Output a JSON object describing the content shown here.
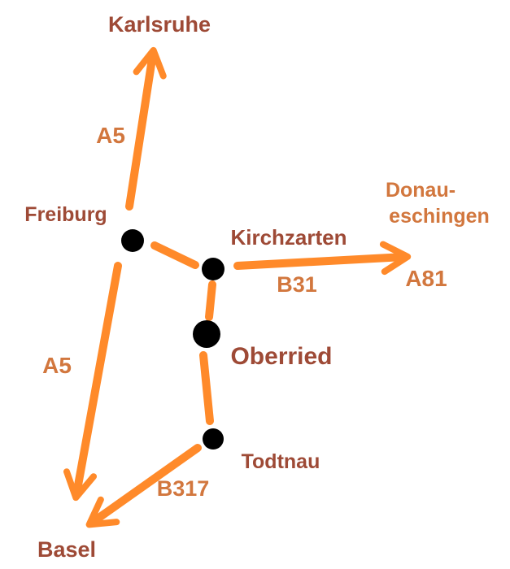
{
  "colors": {
    "road": "#ff8a2a",
    "city_label": "#9e4a36",
    "road_label": "#d2773e",
    "town_dot": "#000000"
  },
  "cities": {
    "karlsruhe": "Karlsruhe",
    "freiburg": "Freiburg",
    "kirchzarten": "Kirchzarten",
    "oberried": "Oberried",
    "todtnau": "Todtnau",
    "basel": "Basel",
    "donaueschingen_line1": "Donau-",
    "donaueschingen_line2": "eschingen"
  },
  "roads": {
    "a5_north": "A5",
    "a5_south": "A5",
    "b31": "B31",
    "a81": "A81",
    "b317": "B317"
  }
}
